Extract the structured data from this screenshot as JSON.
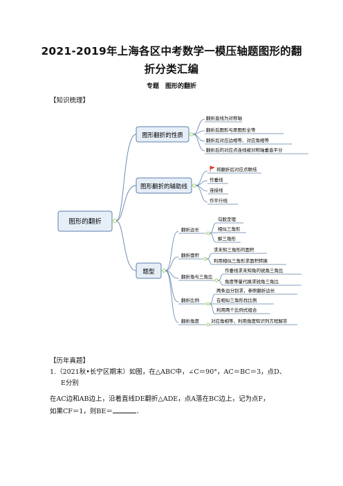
{
  "title_line1": "2021-2019年上海各区中考数学一模压轴题图形的翻",
  "title_line2": "折分类汇编",
  "subtitle": "专题　图形的翻折",
  "section_knowledge": "【知识梳理】",
  "mindmap": {
    "root": "图形的翻折",
    "b1": {
      "label": "图形翻折的性质",
      "items": [
        "翻折直线为对称轴",
        "翻折后图形与原图形全等",
        "翻折后对应边相等、对应角相等",
        "翻折后的对应点连线被对称轴垂直平分"
      ]
    },
    "b2": {
      "label": "图形翻折的辅助线",
      "items": [
        "将翻折后对应点联结",
        "作垂线",
        "连接线",
        "作平行线"
      ]
    },
    "b3": {
      "label": "题型",
      "subs": [
        {
          "label": "翻折边长",
          "items": [
            "勾股定理",
            "相似三角形",
            "解三角形"
          ]
        },
        {
          "label": "翻折面积",
          "items": [
            "求未知三角形的面积",
            "利用相似三角形求面积转换"
          ]
        },
        {
          "label": "翻折角与三角比",
          "items": [
            "作垂线求未知角的锐角三角比",
            "角度等量代换求锐角三角比"
          ]
        },
        {
          "label": "翻折比例",
          "items": [
            "两条边分别求，参照翻折边长",
            "在相似三角形找比例",
            "利用两个比例式组合"
          ]
        },
        {
          "label": "翻折角度",
          "items": [
            "对应角相等，利用角度知识列方程解答"
          ]
        }
      ]
    }
  },
  "section_past": "【历年真题】",
  "problem": {
    "number": "1.",
    "line1": "（2021秋•长宁区期末）如图，在△ABC中，∠C＝90°，AC＝BC＝3，点D、",
    "line2": "E分别",
    "line3": "在AC边和AB边上，沿着直线DE翻折△ADE，点A落在BC边上，记为点F，",
    "line4_before": "如果CF＝1，则BE＝",
    "line4_after": "．"
  },
  "colors": {
    "node_fill": "#e6eef8",
    "node_stroke": "#5b7faa",
    "line": "#5b7faa",
    "dot": "#9acd5a",
    "flag": "#e03c2c"
  }
}
